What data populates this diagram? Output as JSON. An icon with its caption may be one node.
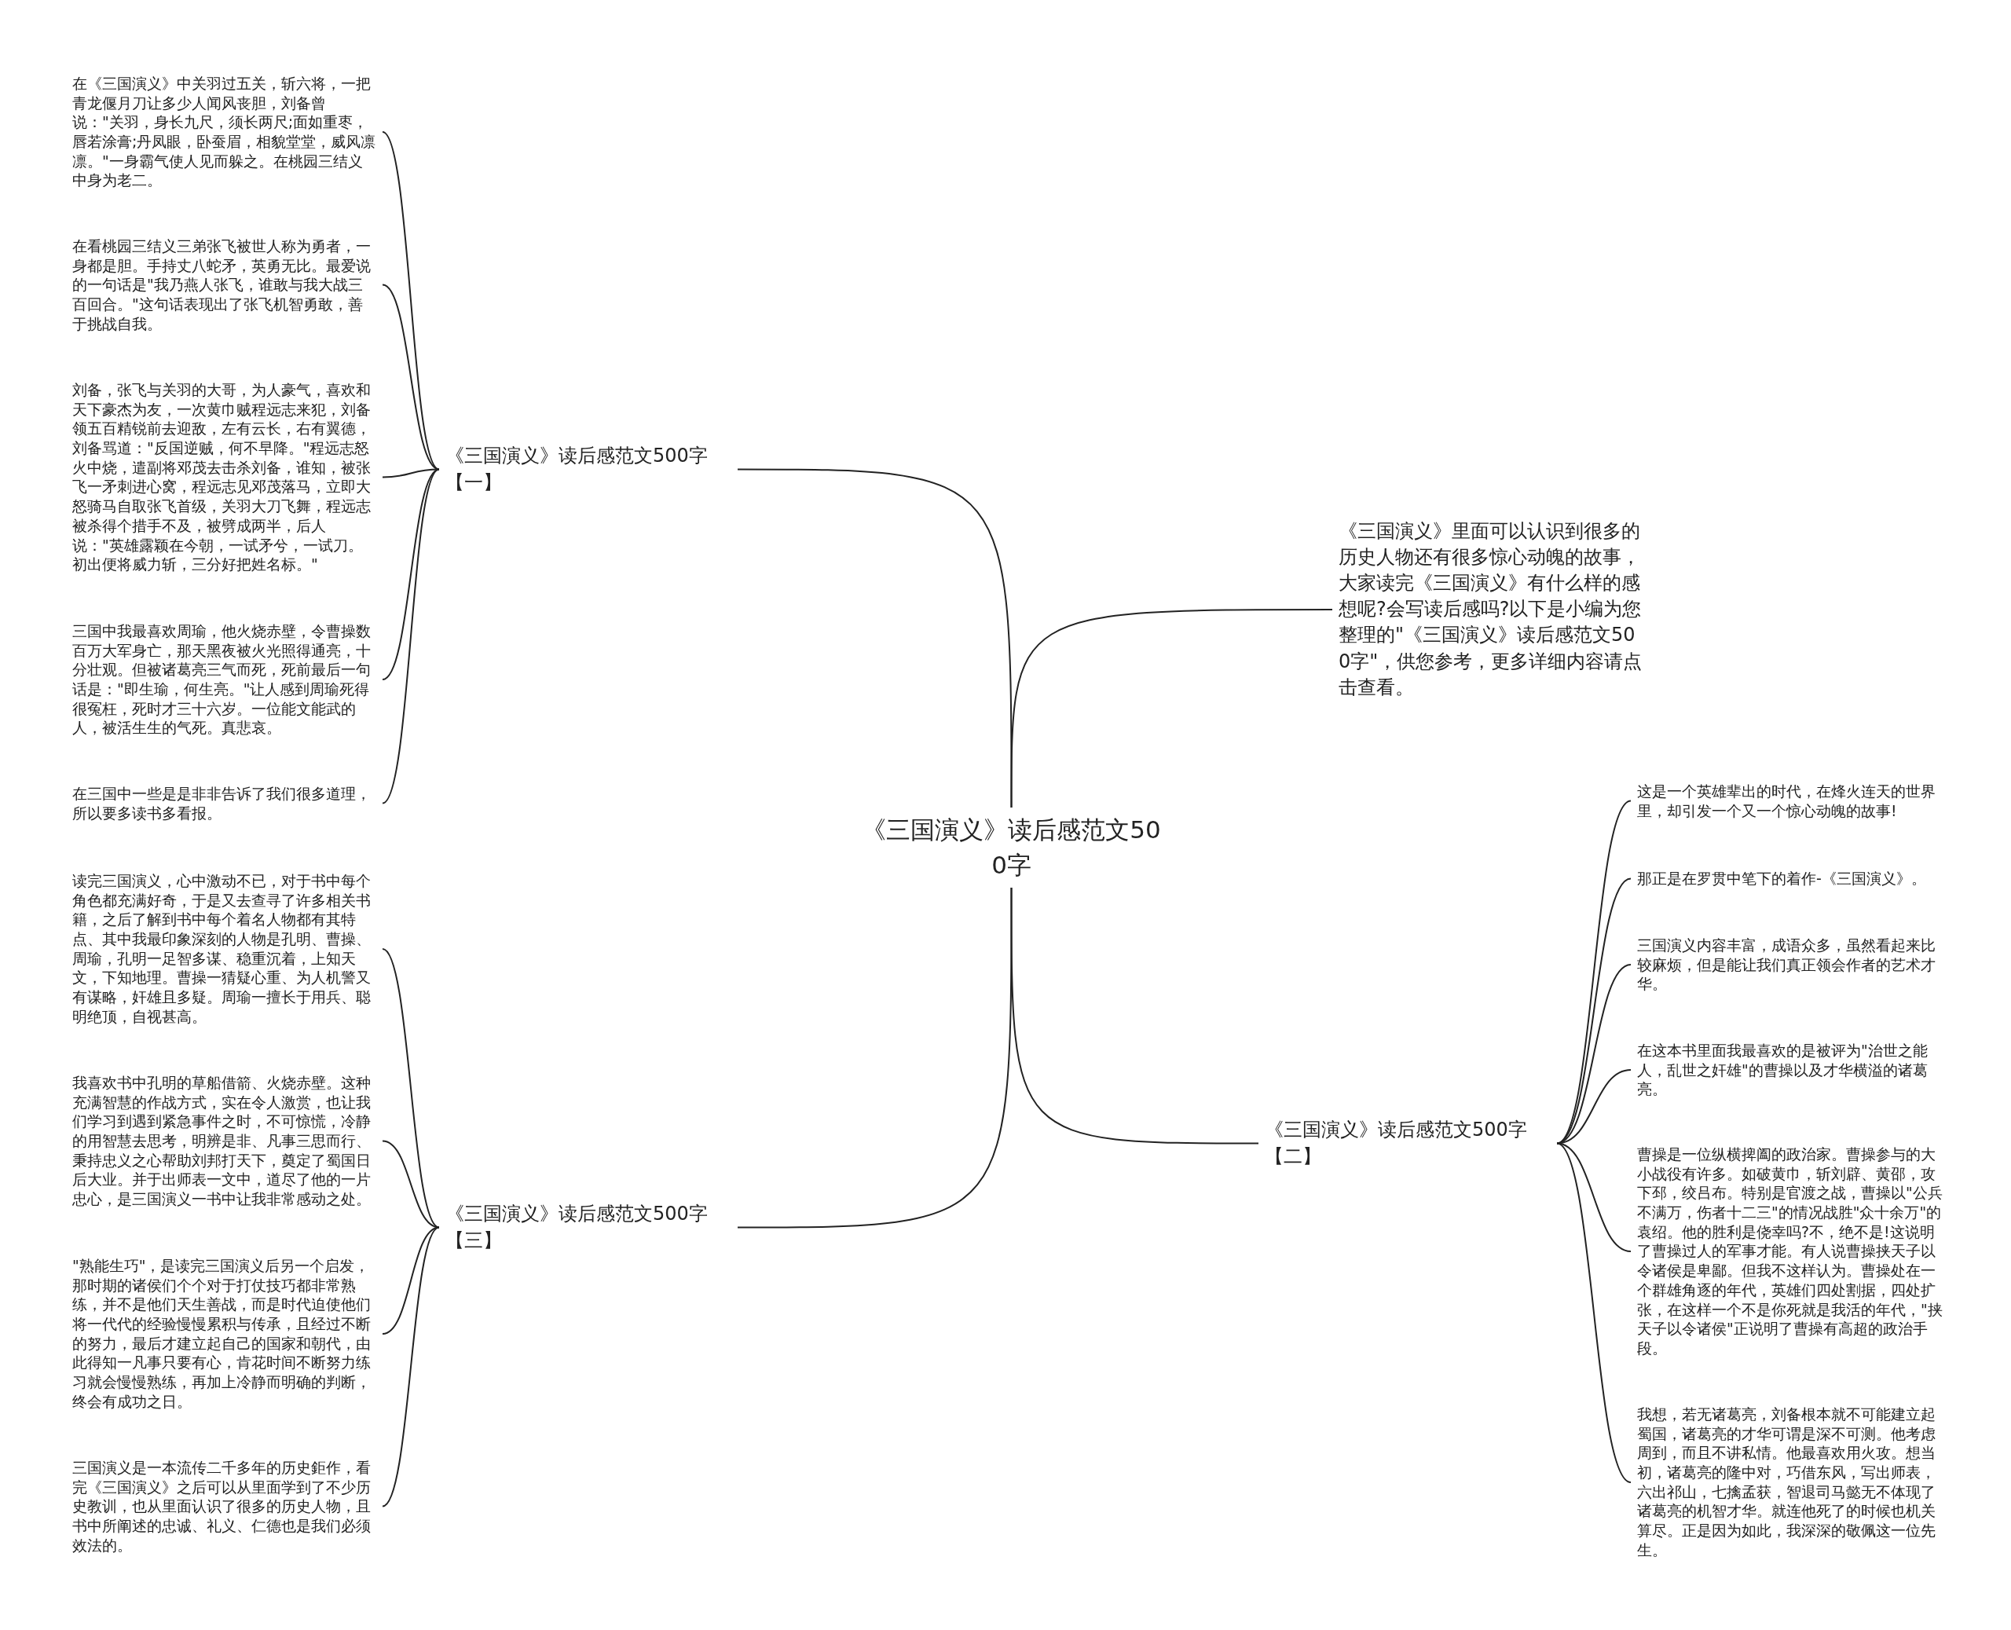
{
  "diagram": {
    "nodes": [
      {
        "text": [
          "《三国演义》读后感范文500字"
        ]
      },
      {
        "text": [
          "《三国演义》读后感范文500字【一】"
        ]
      },
      {
        "text": [
          "在《三国演义》中关羽过五关，斩六将，一把青龙偃月刀让多少人闻风丧胆，刘备曾说：\"关羽，身长九尺，须长两尺;面如重枣，唇若涂膏;丹凤眼，卧蚕眉，相貌堂堂，威风凛凛。\"一身霸气使人见而躲之。在桃园三结义中身为老二。"
        ]
      },
      {
        "text": [
          "在看桃园三结义三弟张飞被世人称为勇者，一身都是胆。手持丈八蛇矛，英勇无比。最爱说的一句话是\"我乃燕人张飞，谁敢与我大战三百回合。\"这句话表现出了张飞机智勇敢，善于挑战自我。"
        ]
      },
      {
        "text": [
          "刘备，张飞与关羽的大哥，为人豪气，喜欢和天下豪杰为友，一次黄巾贼程远志来犯，刘备领五百精锐前去迎敌，左有云长，右有翼德，刘备骂道：\"反国逆贼，何不早降。\"程远志怒火中烧，遣副将邓茂去击杀刘备，谁知，被张飞一矛刺进心窝，程远志见邓茂落马，立即大怒骑马自取张飞首级，关羽大刀飞舞，程远志被杀得个措手不及，被劈成两半，后人说：\"英雄露颖在今朝，一试矛兮，一试刀。初出便将威力斩，三分好把姓名标。\""
        ]
      },
      {
        "text": [
          "三国中我最喜欢周瑜，他火烧赤壁，令曹操数百万大军身亡，那天黑夜被火光照得通亮，十分壮观。但被诸葛亮三气而死，死前最后一句话是：\"即生瑜，何生亮。\"让人感到周瑜死得很冤枉，死时才三十六岁。一位能文能武的人，被活生生的气死。真悲哀。"
        ]
      },
      {
        "text": [
          "在三国中一些是是非非告诉了我们很多道理，所以要多读书多看报。"
        ]
      },
      {
        "text": [
          "《三国演义》里面可以认识到很多的历史人物还有很多惊心动魄的故事，大家读完《三国演义》有什么样的感想呢?会写读后感吗?以下是小编为您整理的\"《三国演义》读后感范文500字\"，供您参考，更多详细内容请点击查看。"
        ]
      },
      {
        "text": [
          "《三国演义》读后感范文500字【二】"
        ]
      },
      {
        "text": [
          "这是一个英雄辈出的时代，在烽火连天的世界里，却引发一个又一个惊心动魄的故事!"
        ]
      },
      {
        "text": [
          "那正是在罗贯中笔下的着作-《三国演义》。"
        ]
      },
      {
        "text": [
          "三国演义内容丰富，成语众多，虽然看起来比较麻烦，但是能让我们真正领会作者的艺术才华。"
        ]
      },
      {
        "text": [
          "在这本书里面我最喜欢的是被评为\"治世之能人，乱世之奸雄\"的曹操以及才华横溢的诸葛亮。"
        ]
      },
      {
        "text": [
          "曹操是一位纵横捭阖的政治家。曹操参与的大小战役有许多。如破黄巾，斩刘辟、黄邵，攻下邳，绞吕布。特别是官渡之战，曹操以\"公兵不满万，伤者十二三\"的情况战胜\"众十余万\"的袁绍。他的胜利是侥幸吗?不，绝不是!这说明了曹操过人的军事才能。有人说曹操挟天子以令诸侯是卑鄙。但我不这样认为。曹操处在一个群雄角逐的年代，英雄们四处割据，四处扩张，在这样一个不是你死就是我活的年代，\"挟天子以令诸侯\"正说明了曹操有高超的政治手段。"
        ]
      },
      {
        "text": [
          "我想，若无诸葛亮，刘备根本就不可能建立起蜀国，诸葛亮的才华可谓是深不可测。他考虑周到，而且不讲私情。他最喜欢用火攻。想当初，诸葛亮的隆中对，巧借东风，写出师表，六出祁山，七擒孟获，智退司马懿无不体现了诸葛亮的机智才华。就连他死了的时候也机关算尽。正是因为如此，我深深的敬佩这一位先生。"
        ]
      },
      {
        "text": [
          "《三国演义》读后感范文500字【三】"
        ]
      },
      {
        "text": [
          "读完三国演义，心中激动不已，对于书中每个角色都充满好奇，于是又去查寻了许多相关书籍，之后了解到书中每个着名人物都有其特点、其中我最印象深刻的人物是孔明、曹操、周瑜，孔明一足智多谋、稳重沉着，上知天文，下知地理。曹操一猜疑心重、为人机警又有谋略，奸雄且多疑。周瑜一擅长于用兵、聪明绝顶，自视甚高。"
        ]
      },
      {
        "text": [
          "我喜欢书中孔明的草船借箭、火烧赤壁。这种充满智慧的作战方式，实在令人激赏，也让我们学习到遇到紧急事件之时，不可惊慌，冷静的用智慧去思考，明辨是非、凡事三思而行、秉持忠义之心帮助刘邦打天下，奠定了蜀国日后大业。并于出师表一文中，道尽了他的一片忠心，是三国演义一书中让我非常感动之处。"
        ]
      },
      {
        "text": [
          "\"熟能生巧\"，是读完三国演义后另一个启发，那时期的诸侯们个个对于打仗技巧都非常熟练，并不是他们天生善战，而是时代迫使他们将一代代的经验慢慢累积与传承，且经过不断的努力，最后才建立起自己的国家和朝代，由此得知一凡事只要有心，肯花时间不断努力练习就会慢慢熟练，再加上冷静而明确的判断，终会有成功之日。"
        ]
      },
      {
        "text": [
          "三国演义是一本流传二千多年的历史鉅作，看完《三国演义》之后可以从里面学到了不少历史教训，也从里面认识了很多的历史人物，且书中所阐述的忠诚、礼义、仁德也是我们必须效法的。"
        ]
      }
    ],
    "edges": [
      {
        "from": 0,
        "to": 1,
        "arrow": "none"
      },
      {
        "from": 1,
        "to": 2,
        "arrow": "none"
      },
      {
        "from": 1,
        "to": 3,
        "arrow": "none"
      },
      {
        "from": 1,
        "to": 4,
        "arrow": "none"
      },
      {
        "from": 1,
        "to": 5,
        "arrow": "none"
      },
      {
        "from": 1,
        "to": 6,
        "arrow": "none"
      },
      {
        "from": 0,
        "to": 7,
        "arrow": "none"
      },
      {
        "from": 0,
        "to": 8,
        "arrow": "none"
      },
      {
        "from": 8,
        "to": 9,
        "arrow": "none"
      },
      {
        "from": 8,
        "to": 10,
        "arrow": "none"
      },
      {
        "from": 8,
        "to": 11,
        "arrow": "none"
      },
      {
        "from": 8,
        "to": 12,
        "arrow": "none"
      },
      {
        "from": 8,
        "to": 13,
        "arrow": "none"
      },
      {
        "from": 8,
        "to": 14,
        "arrow": "none"
      },
      {
        "from": 0,
        "to": 15,
        "arrow": "none"
      },
      {
        "from": 15,
        "to": 16,
        "arrow": "none"
      },
      {
        "from": 15,
        "to": 17,
        "arrow": "none"
      },
      {
        "from": 15,
        "to": 18,
        "arrow": "none"
      },
      {
        "from": 15,
        "to": 19,
        "arrow": "none"
      }
    ]
  }
}
